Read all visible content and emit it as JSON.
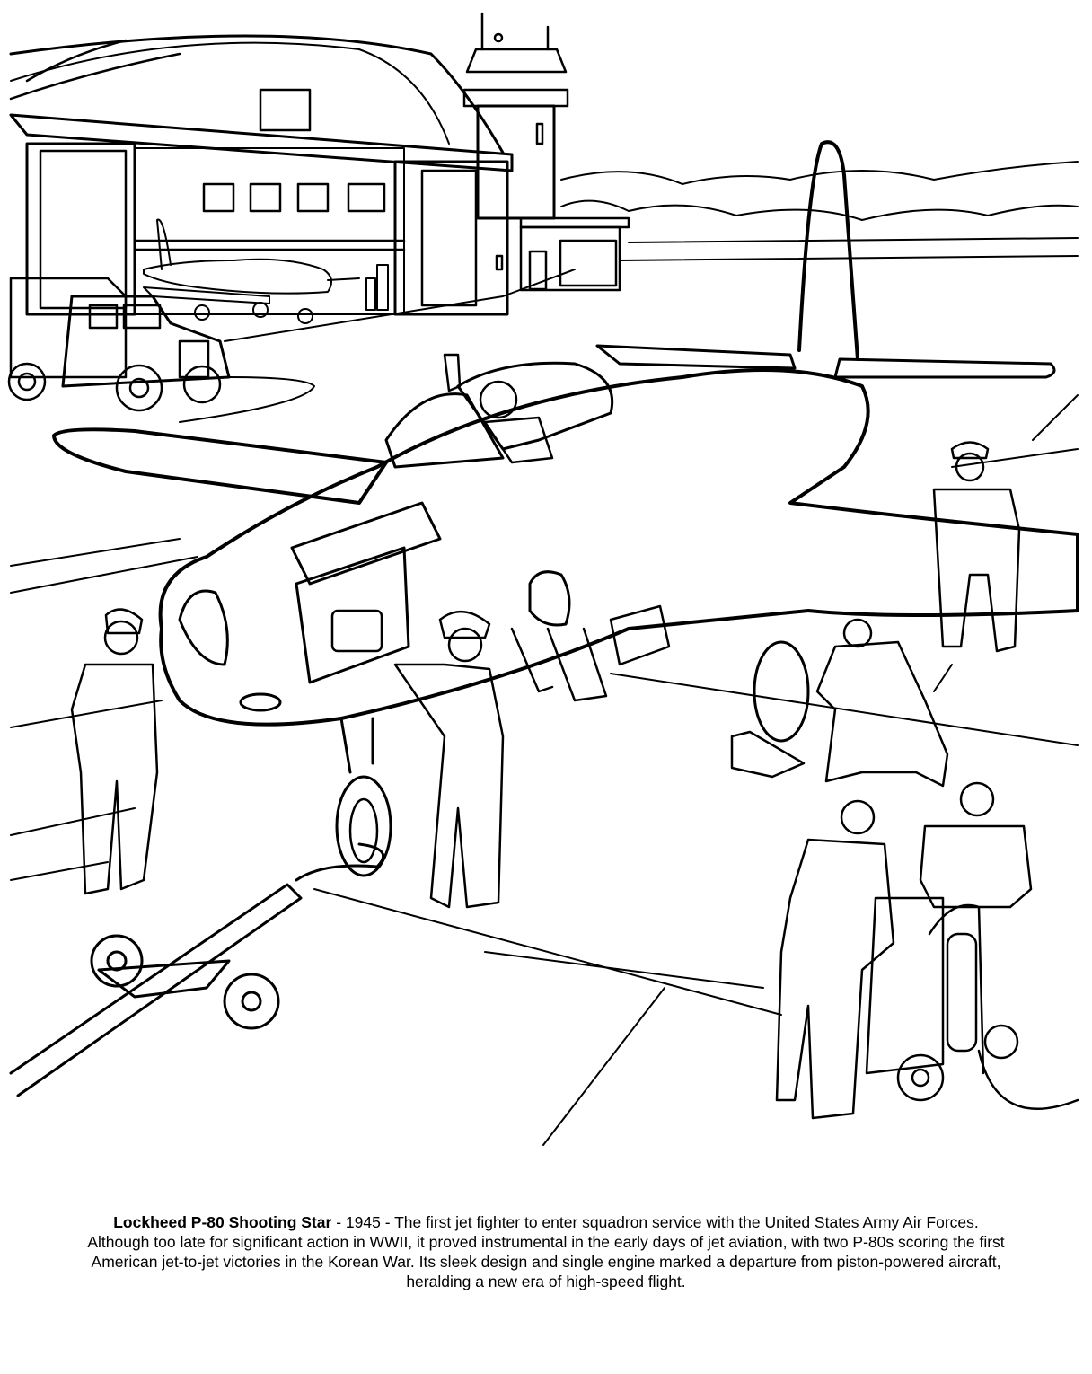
{
  "illustration": {
    "description": "Line-art coloring page: Lockheed P-80 Shooting Star jet on an airfield apron with ground crew, hangar, control tower, truck and tow bar",
    "stroke_color": "#000000",
    "background_color": "#ffffff"
  },
  "caption": {
    "title": "Lockheed P-80 Shooting Star",
    "separator": " - ",
    "year": "1945",
    "text": " - The first jet fighter to enter squadron service with the United States Army Air Forces. Although too late for significant action in WWII, it proved instrumental in the early days of jet aviation, with two P-80s scoring the first American jet-to-jet victories in the Korean War. Its sleek design and single engine marked a departure from piston-powered aircraft, heralding a new era of high-speed flight."
  }
}
